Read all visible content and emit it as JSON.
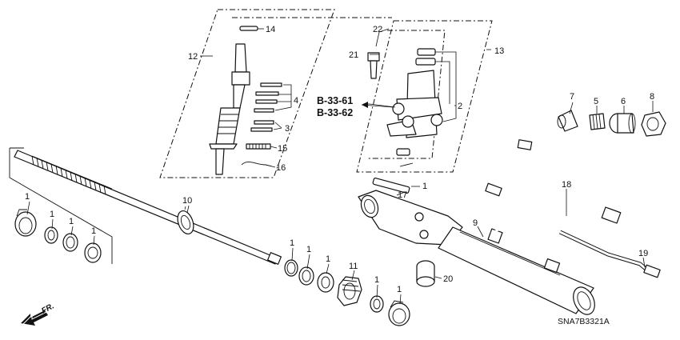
{
  "diagram": {
    "code": "SNA7B3321A",
    "direction_label": "FR.",
    "references": [
      "B-33-61",
      "B-33-62"
    ],
    "callouts": {
      "c1a": "1",
      "c1b": "1",
      "c1c": "1",
      "c1d": "1",
      "c1e": "1",
      "c1f": "1",
      "c1g": "1",
      "c1h": "1",
      "c1i": "1",
      "c1j": "1",
      "c2": "2",
      "c3": "3",
      "c4": "4",
      "c5": "5",
      "c6": "6",
      "c7": "7",
      "c8": "8",
      "c9": "9",
      "c10": "10",
      "c11": "11",
      "c12": "12",
      "c13": "13",
      "c14": "14",
      "c15": "15",
      "c16": "16",
      "c17": "17",
      "c18": "18",
      "c19": "19",
      "c20": "20",
      "c21": "21",
      "c22": "22"
    }
  }
}
